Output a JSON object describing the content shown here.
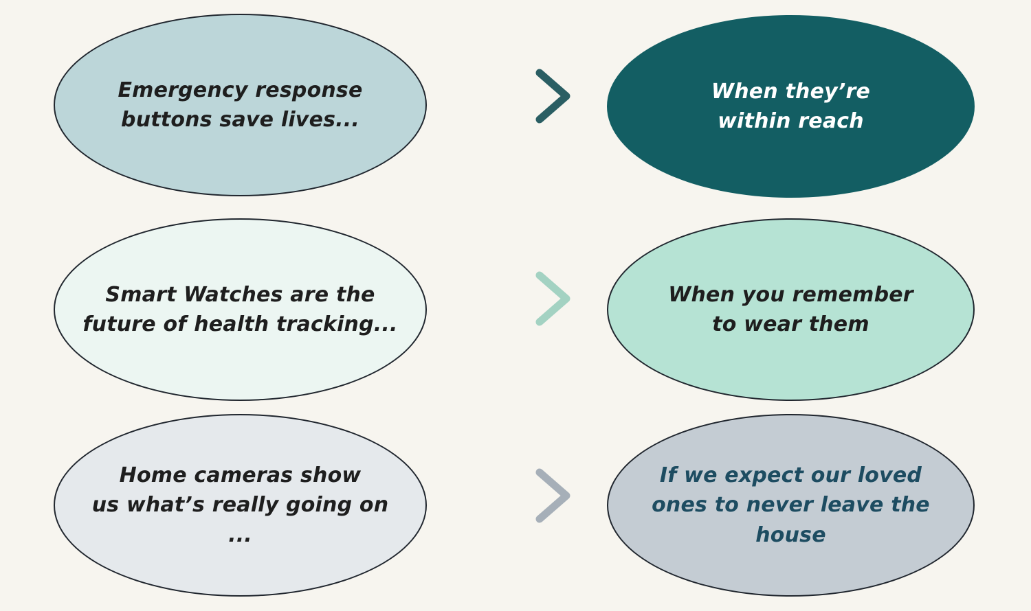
{
  "background": "#f7f5ef",
  "diagram_type": "claim-vs-reality comparison, 3 rows of paired ellipses joined by arrows",
  "rows": [
    {
      "left": {
        "lines": [
          "Emergency response",
          "buttons save lives..."
        ],
        "fill": "#bcd6d9",
        "border": "#20262e",
        "text_color": "#1e1e1e"
      },
      "arrow": {
        "from": "#b9ced1",
        "to": "#2a5e63",
        "head": "#2a5e63"
      },
      "right": {
        "lines": [
          "When they’re",
          "within reach"
        ],
        "fill": "#135e63",
        "border": "#135e63",
        "text_color": "#ffffff"
      }
    },
    {
      "left": {
        "lines": [
          "Smart Watches are the",
          "future of health tracking..."
        ],
        "fill": "#ecf6f2",
        "border": "#20262e",
        "text_color": "#1e1e1e"
      },
      "arrow": {
        "from": "#d4e5dd",
        "to": "#a3d2c2",
        "head": "#a3d2c2"
      },
      "right": {
        "lines": [
          "When you remember",
          "to wear them"
        ],
        "fill": "#b6e3d4",
        "border": "#20262e",
        "text_color": "#1e1e1e"
      }
    },
    {
      "left": {
        "lines": [
          "Home cameras show",
          "us what’s really going on ..."
        ],
        "fill": "#e5e9ec",
        "border": "#20262e",
        "text_color": "#1e1e1e"
      },
      "arrow": {
        "from": "#ccd1d7",
        "to": "#a6afb8",
        "head": "#a6afb8"
      },
      "right": {
        "lines": [
          "If we expect our loved",
          "ones to never leave the house"
        ],
        "fill": "#c4ccd3",
        "border": "#20262e",
        "text_color": "#1d4c61"
      }
    }
  ]
}
